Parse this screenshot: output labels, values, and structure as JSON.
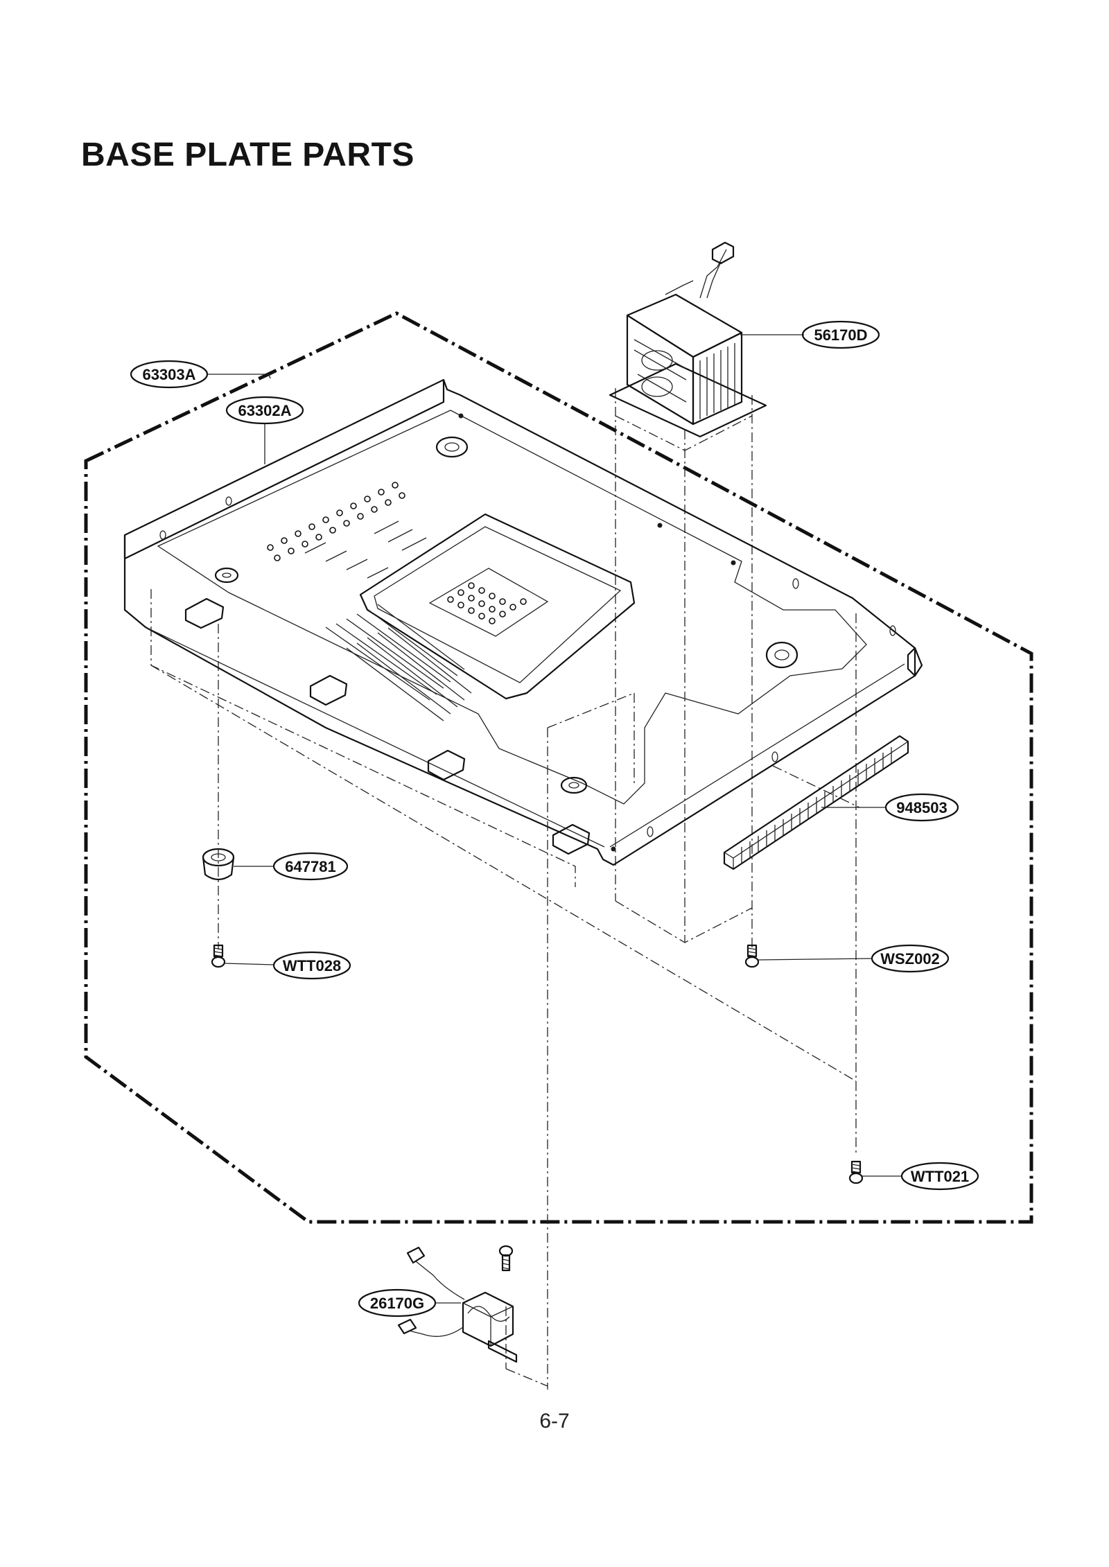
{
  "page": {
    "title": "BASE PLATE PARTS",
    "page_number": "6-7"
  },
  "callouts": {
    "transformer": "56170D",
    "enclosure": "63303A",
    "base_plate": "63302A",
    "foot": "647781",
    "foot_screw": "WTT028",
    "filter": "948503",
    "transformer_screw": "WSZ002",
    "base_screw": "WTT021",
    "small_transformer": "26170G"
  }
}
